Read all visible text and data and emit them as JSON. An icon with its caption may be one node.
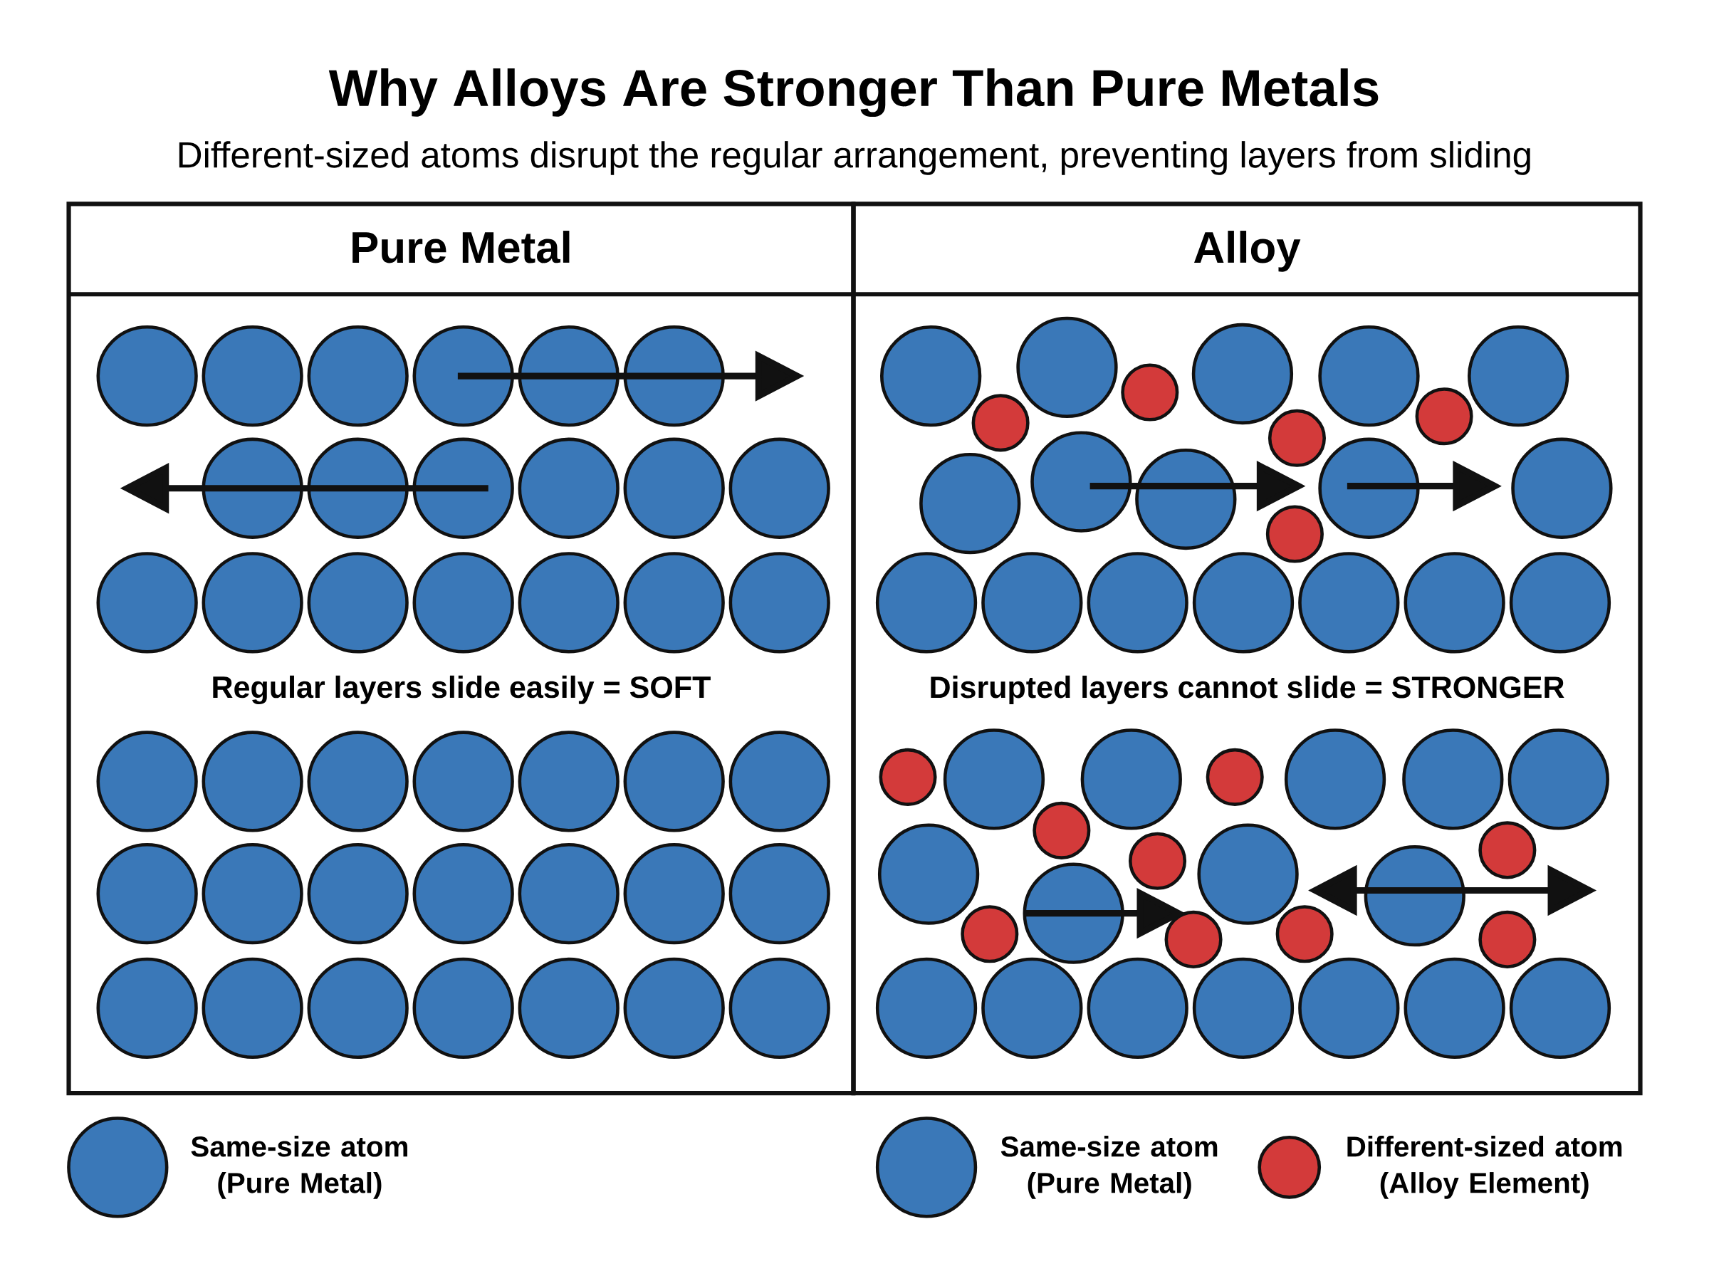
{
  "diagram": {
    "title": "Why Alloys Are Stronger Than Pure Metals",
    "nodes": [
      {
        "text": [
          "Pure Metal",
          "Regular layers slide easily = SOFT"
        ]
      },
      {
        "text": [
          "Alloy",
          "Disrupted layers cannot slide = STRONGER"
        ]
      }
    ],
    "labels": [
      "Different-sized atoms disrupt the regular arrangement, preventing layers from sliding"
    ],
    "legend": [
      {
        "text": "Same-size atom (Pure Metal)",
        "color": "#3a78b8"
      },
      {
        "text": "Same-size atom (Pure Metal)",
        "color": "#3a78b8"
      },
      {
        "text": "Different-sized atom (Alloy Element)",
        "color": "#d33a3a"
      }
    ]
  }
}
